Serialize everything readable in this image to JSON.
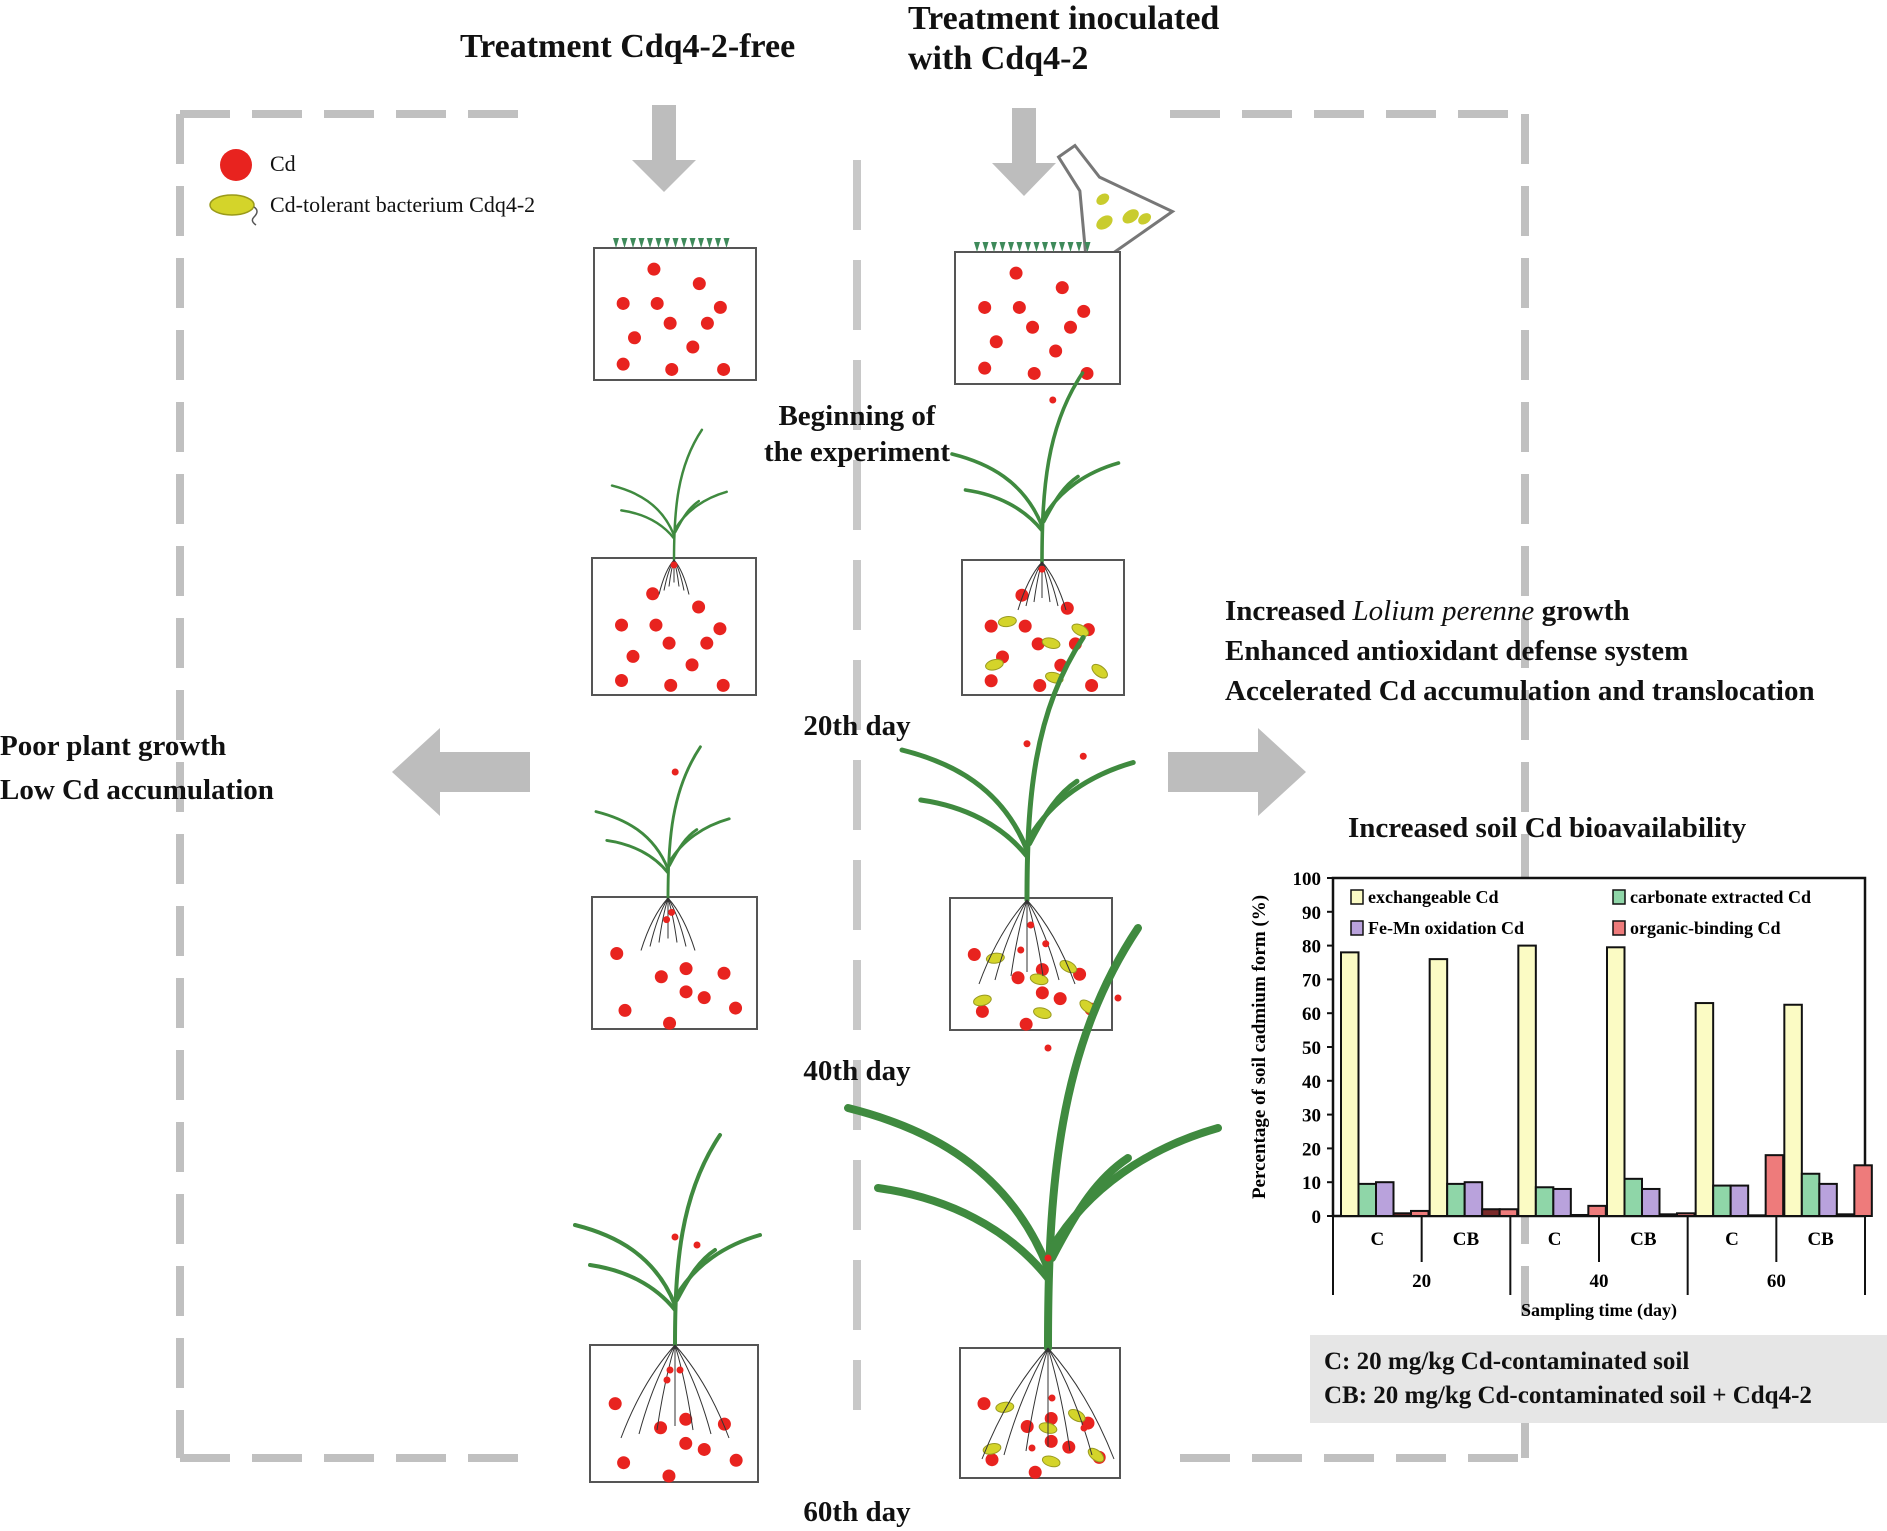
{
  "headers": {
    "control_treatment": "Treatment Cdq4-2-free",
    "inoculated_treatment_line1": "Treatment inoculated",
    "inoculated_treatment_line2": "with Cdq4-2"
  },
  "legend": {
    "cd_label": "Cd",
    "bacterium_label": "Cd-tolerant bacterium Cdq4-2",
    "cd_color": "#e8231f",
    "bacterium_color": "#d4d42a"
  },
  "stages": [
    {
      "label_line1": "Beginning of",
      "label_line2": "the experiment"
    },
    {
      "label_line1": "20th day",
      "label_line2": ""
    },
    {
      "label_line1": "40th day",
      "label_line2": ""
    },
    {
      "label_line1": "60th day",
      "label_line2": ""
    }
  ],
  "outcomes": {
    "left": [
      "Poor plant growth",
      "Low Cd accumulation"
    ],
    "right_line1_pre": "Increased ",
    "right_line1_italic": "Lolium perenne",
    "right_line1_post": " growth",
    "right_line2": "Enhanced antioxidant  defense system",
    "right_line3": "Accelerated Cd accumulation and translocation"
  },
  "notes": {
    "c": "C: 20 mg/kg Cd-contaminated soil",
    "cb": "CB: 20 mg/kg Cd-contaminated soil + Cdq4-2"
  },
  "colors": {
    "arrow_gray": "#bdbdbd",
    "frame_gray": "#c0c0c0",
    "plant_green": "#3f8a3f"
  },
  "chart_data": {
    "type": "bar",
    "title": "Increased soil Cd bioavailability",
    "xlabel": "Sampling time (day)",
    "ylabel": "Percentage of soil cadmium form (%)",
    "ylim": [
      0,
      100
    ],
    "yticks": [
      0,
      10,
      20,
      30,
      40,
      50,
      60,
      70,
      80,
      90,
      100
    ],
    "grid": false,
    "legend_position": "top",
    "categories": [
      "C",
      "CB",
      "C",
      "CB",
      "C",
      "CB"
    ],
    "category_groups": [
      "20",
      "40",
      "60"
    ],
    "series": [
      {
        "name": "exchangeable Cd",
        "color": "#fbfbc4",
        "values": [
          78,
          76,
          80,
          79.5,
          63,
          62.5
        ]
      },
      {
        "name": "carbonate extracted Cd",
        "color": "#8fd6a8",
        "values": [
          9.5,
          9.5,
          8.5,
          11,
          9,
          12.5
        ]
      },
      {
        "name": "Fe-Mn oxidation Cd",
        "color": "#b9a2dc",
        "values": [
          10,
          10,
          8,
          8,
          9,
          9.5
        ]
      },
      {
        "name": "",
        "color": "#7a2a2a",
        "values": [
          0.8,
          2,
          0.3,
          0.5,
          0.2,
          0.5
        ]
      },
      {
        "name": "organic-binding Cd",
        "color": "#ee7b7b",
        "values": [
          1.5,
          2,
          3,
          0.8,
          18,
          15
        ]
      }
    ]
  }
}
